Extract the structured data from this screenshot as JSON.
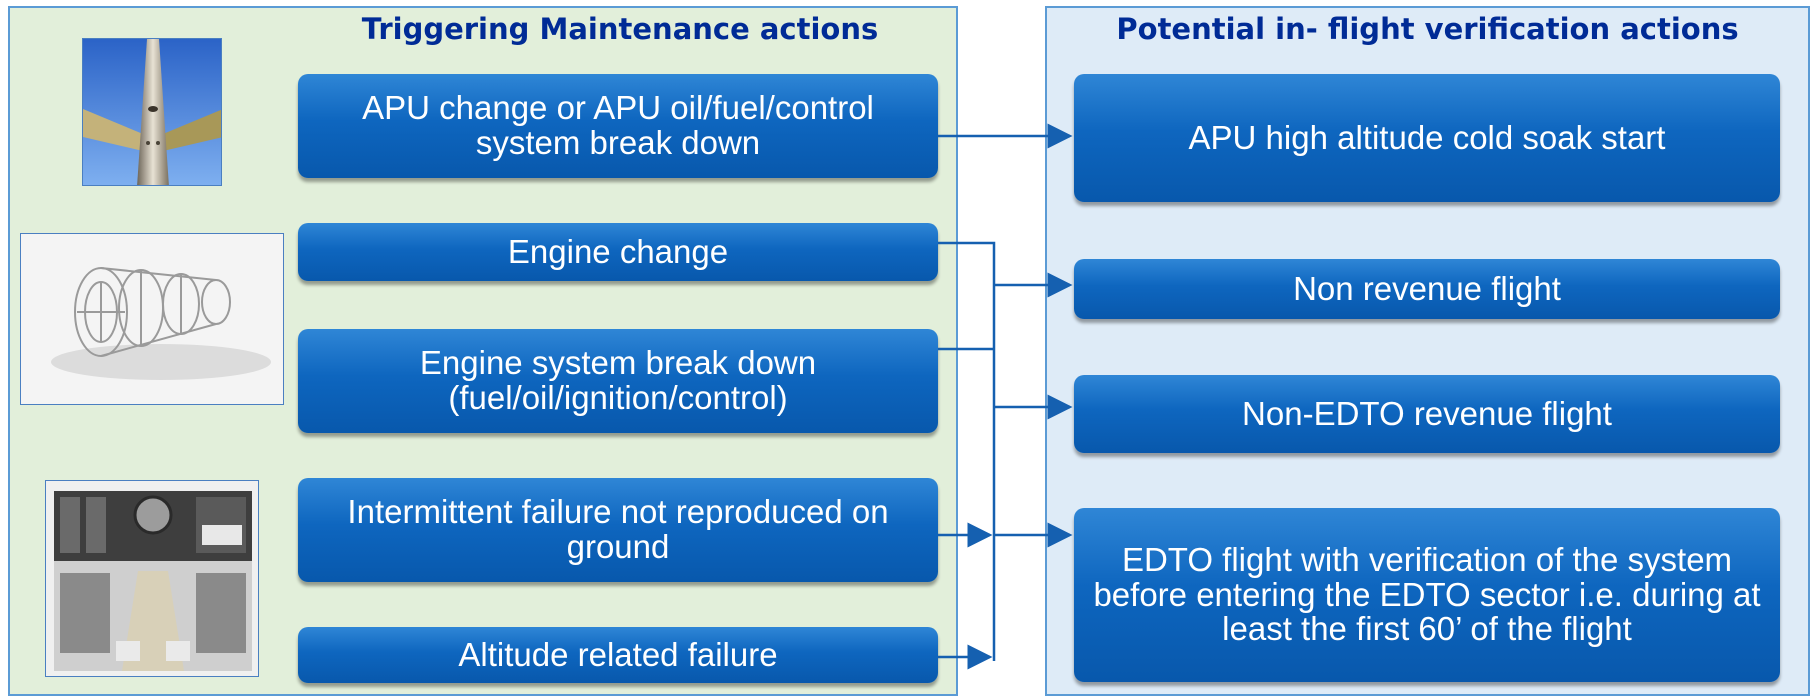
{
  "left": {
    "heading": "Triggering Maintenance actions",
    "items": [
      {
        "label": "APU change or APU oil/fuel/control system break down"
      },
      {
        "label": "Engine change"
      },
      {
        "label": "Engine system break down (fuel/oil/ignition/control)"
      },
      {
        "label": "Intermittent failure not reproduced on ground"
      },
      {
        "label": "Altitude related failure"
      }
    ]
  },
  "right": {
    "heading": "Potential in- flight verification actions",
    "items": [
      {
        "label": "APU high altitude cold soak start"
      },
      {
        "label": "Non revenue flight"
      },
      {
        "label": "Non-EDTO revenue flight"
      },
      {
        "label": "EDTO flight with verification of the system before entering the EDTO sector i.e. during at least the first 60’ of the flight"
      }
    ]
  },
  "colors": {
    "left_panel": "#e2efda",
    "right_panel": "#deebf7",
    "box": "#0e66bf",
    "heading": "#002b96",
    "arrow": "#1560b0"
  },
  "images": [
    "apu-tail-photo",
    "engine-model-image",
    "cockpit-panel-image"
  ]
}
